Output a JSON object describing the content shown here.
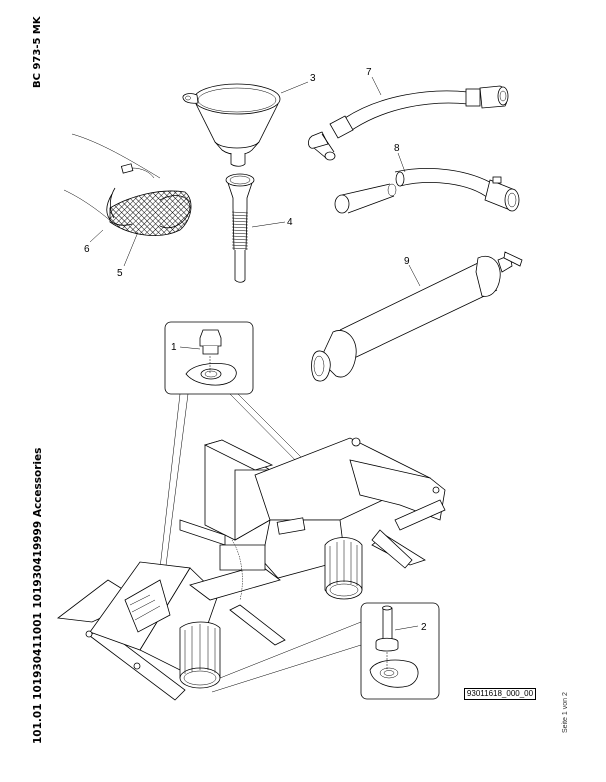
{
  "header": {
    "model": "BC 973-5 MK"
  },
  "title": {
    "text": "101.01 101930411001 101930419999 Accessories"
  },
  "footer": {
    "drawing_id": "93011618_000_00",
    "page_info": "Seite 1 von 2"
  },
  "callouts": [
    {
      "number": "1",
      "part": "drain-plug"
    },
    {
      "number": "2",
      "part": "drain-valve-adapter"
    },
    {
      "number": "3",
      "part": "funnel"
    },
    {
      "number": "4",
      "part": "funnel-extension-hose"
    },
    {
      "number": "5",
      "part": "mesh-sleeve"
    },
    {
      "number": "6",
      "part": "cable-tie"
    },
    {
      "number": "7",
      "part": "drain-hose-with-fitting"
    },
    {
      "number": "8",
      "part": "drain-hose-with-clamp"
    },
    {
      "number": "9",
      "part": "oil-suction-pump"
    }
  ]
}
